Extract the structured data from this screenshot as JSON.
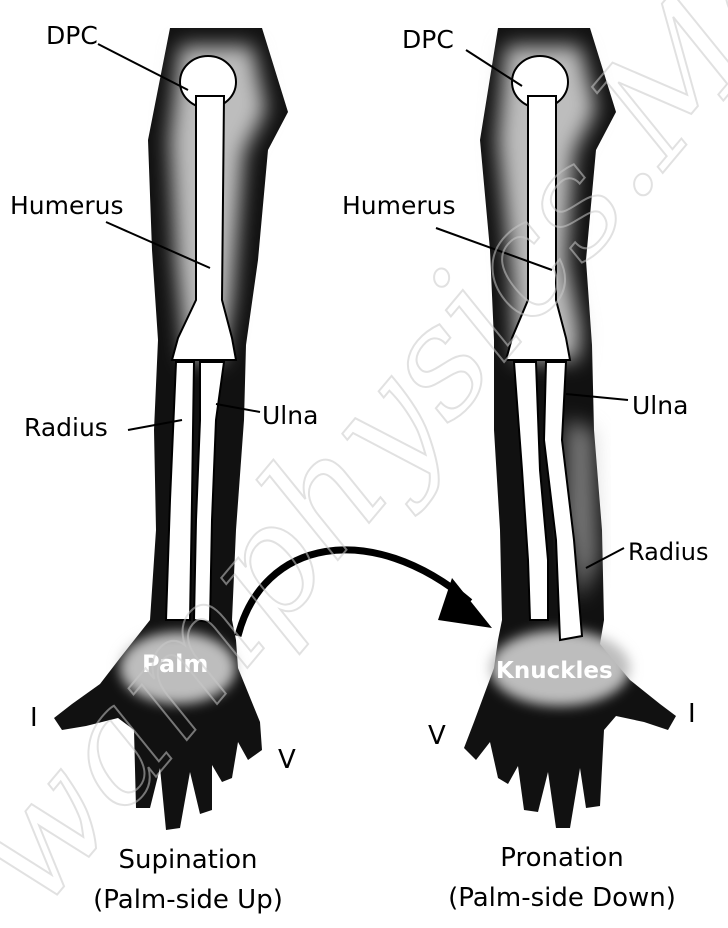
{
  "colors": {
    "arm": "#111111",
    "glow": "#bdbdbd",
    "bone": "#ffffff",
    "ink": "#000000",
    "watermark": "#c9c9c9"
  },
  "left_panel": {
    "labels": {
      "dpc": "DPC",
      "humerus": "Humerus",
      "radius": "Radius",
      "ulna": "Ulna",
      "palm": "Palm",
      "digit_one": "I",
      "digit_five": "V"
    },
    "caption_line1": "Supination",
    "caption_line2": "(Palm-side Up)"
  },
  "right_panel": {
    "labels": {
      "dpc": "DPC",
      "humerus": "Humerus",
      "ulna": "Ulna",
      "radius": "Radius",
      "knuckles": "Knuckles",
      "digit_one": "I",
      "digit_five": "V"
    },
    "caption_line1": "Pronation",
    "caption_line2": "(Palm-side Down)"
  },
  "watermark": "wamphysics.Meeb",
  "icons": {
    "rotation_arrow": "curved-arrow-icon"
  }
}
